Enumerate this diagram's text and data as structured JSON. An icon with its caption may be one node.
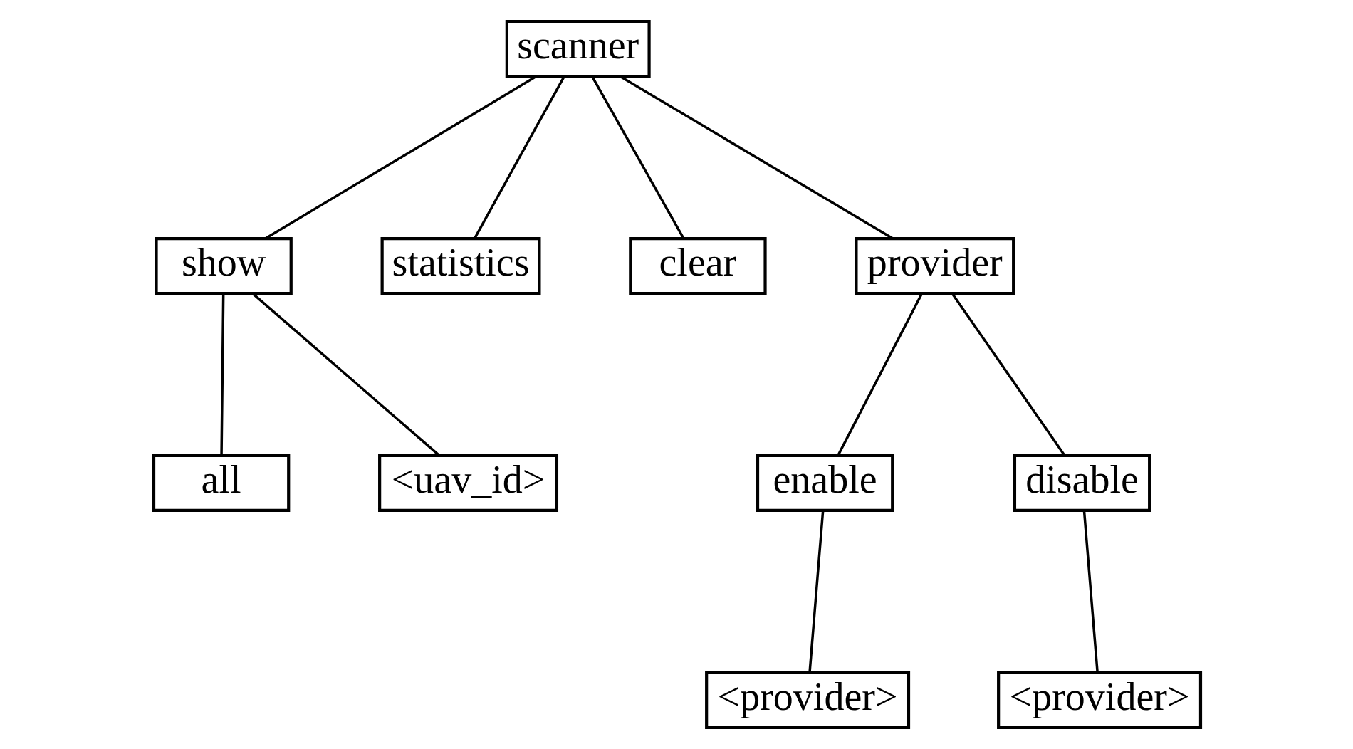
{
  "diagram": {
    "nodes": [
      {
        "text": [
          "scanner"
        ]
      },
      {
        "text": [
          "show"
        ]
      },
      {
        "text": [
          "statistics"
        ]
      },
      {
        "text": [
          "clear"
        ]
      },
      {
        "text": [
          "provider"
        ]
      },
      {
        "text": [
          "all"
        ]
      },
      {
        "text": [
          "<uav_id>"
        ]
      },
      {
        "text": [
          "enable"
        ]
      },
      {
        "text": [
          "disable"
        ]
      },
      {
        "text": [
          "<provider>"
        ]
      },
      {
        "text": [
          "<provider>"
        ]
      }
    ],
    "edges": [
      {
        "from": 0,
        "to": 1,
        "arrow": "none"
      },
      {
        "from": 0,
        "to": 2,
        "arrow": "none"
      },
      {
        "from": 0,
        "to": 3,
        "arrow": "none"
      },
      {
        "from": 0,
        "to": 4,
        "arrow": "none"
      },
      {
        "from": 1,
        "to": 5,
        "arrow": "none"
      },
      {
        "from": 1,
        "to": 6,
        "arrow": "none"
      },
      {
        "from": 4,
        "to": 7,
        "arrow": "none"
      },
      {
        "from": 4,
        "to": 8,
        "arrow": "none"
      },
      {
        "from": 7,
        "to": 9,
        "arrow": "none"
      },
      {
        "from": 8,
        "to": 10,
        "arrow": "none"
      }
    ]
  }
}
